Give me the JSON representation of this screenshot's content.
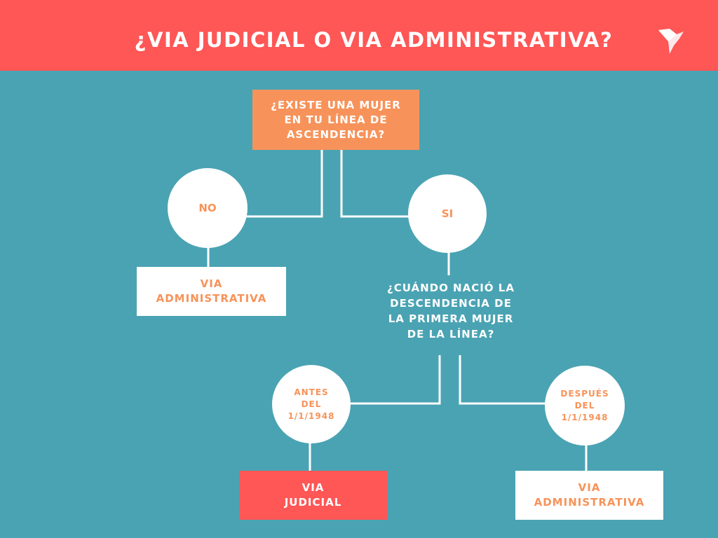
{
  "header": {
    "title": "¿VIA JUDICIAL O VIA ADMINISTRATIVA?",
    "logo_icon": "bird-origami-icon"
  },
  "colors": {
    "header": "#ff5656",
    "background": "#4aa3b3",
    "orange": "#f7935a",
    "white": "#ffffff"
  },
  "diagram": {
    "root_question": "¿EXISTE UNA MUJER EN TU LÍNEA DE ASCENDENCIA?",
    "no": {
      "label": "NO",
      "result": "VIA ADMINISTRATIVA"
    },
    "si": {
      "label": "SI",
      "question": "¿CUÁNDO NACIÓ LA DESCENDENCIA DE LA PRIMERA MUJER DE LA LÍNEA?",
      "antes": {
        "label": "ANTES DEL 1/1/1948",
        "result": "VIA JUDICIAL"
      },
      "despues": {
        "label": "DESPUÉS DEL 1/1/1948",
        "result": "VIA ADMINISTRATIVA"
      }
    }
  }
}
